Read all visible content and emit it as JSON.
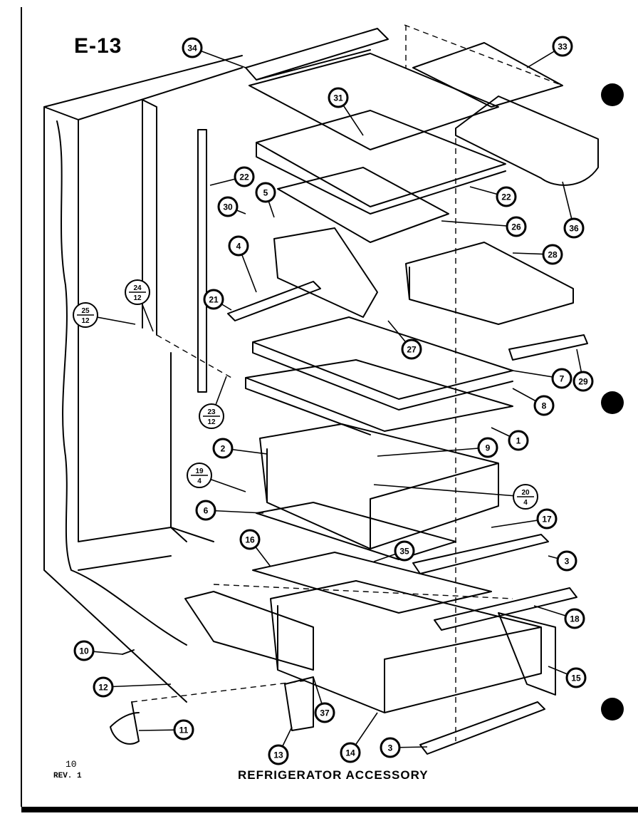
{
  "diagram": {
    "page_code": "E-13",
    "caption": "REFRIGERATOR ACCESSORY",
    "page_number": "10",
    "revision": "REV. 1"
  },
  "callouts": [
    {
      "label": "34"
    },
    {
      "label": "33"
    },
    {
      "label": "31"
    },
    {
      "label": "36"
    },
    {
      "label": "22"
    },
    {
      "label": "22"
    },
    {
      "label": "5"
    },
    {
      "label": "30"
    },
    {
      "label": "26"
    },
    {
      "label": "4"
    },
    {
      "label": "28"
    },
    {
      "label": "21"
    },
    {
      "label": "27"
    },
    {
      "label": "7"
    },
    {
      "label": "29"
    },
    {
      "label": "8"
    },
    {
      "label": "1"
    },
    {
      "label": "2"
    },
    {
      "label": "9"
    },
    {
      "label": "6"
    },
    {
      "label": "17"
    },
    {
      "label": "16"
    },
    {
      "label": "35"
    },
    {
      "label": "3"
    },
    {
      "label": "18"
    },
    {
      "label": "10"
    },
    {
      "label": "15"
    },
    {
      "label": "12"
    },
    {
      "label": "37"
    },
    {
      "label": "11"
    },
    {
      "label": "13"
    },
    {
      "label": "14"
    },
    {
      "label": "3"
    }
  ],
  "fractions": [
    {
      "top": "24",
      "bottom": "12"
    },
    {
      "top": "25",
      "bottom": "12"
    },
    {
      "top": "23",
      "bottom": "12"
    },
    {
      "top": "19",
      "bottom": "4"
    },
    {
      "top": "20",
      "bottom": "4"
    }
  ]
}
